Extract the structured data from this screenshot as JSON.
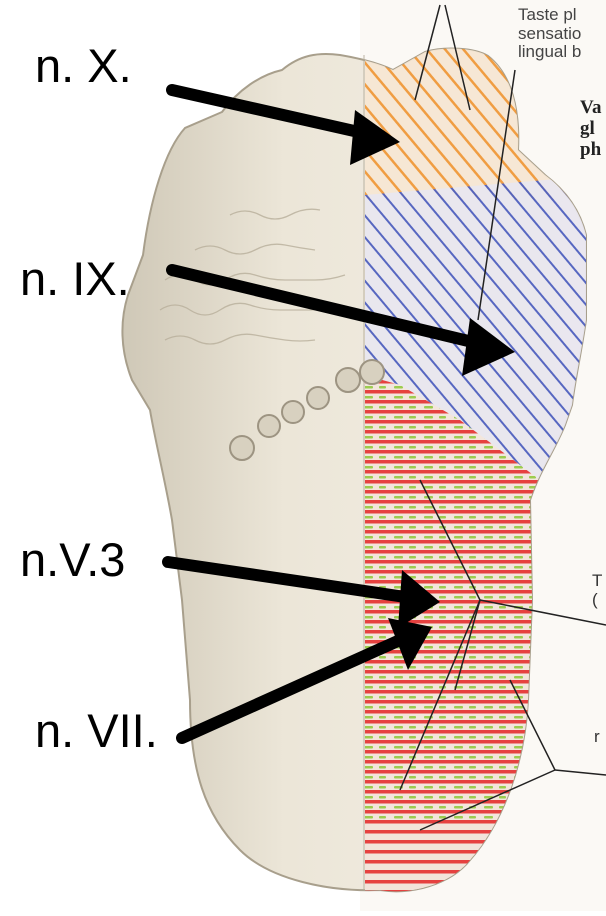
{
  "labels": {
    "vagus": "n. X.",
    "glossopharyngeal": "n. IX.",
    "mandibular": "n.V.3",
    "facial": "n. VII."
  },
  "captions": {
    "taste": [
      "Taste pl",
      "sensatio",
      "lingual b"
    ],
    "right_bold": [
      "Va",
      "gl",
      "ph"
    ],
    "t_mark": [
      "T",
      "("
    ],
    "r_mark": "r"
  },
  "colors": {
    "vagus_zone": "#f0993a",
    "glossopharyngeal_zone": "#4f60bf",
    "facial_zone": "#e6413f",
    "mandibular_zone": "#9ccc4f",
    "tongue": "#ece6d8",
    "arrow": "#000000"
  }
}
